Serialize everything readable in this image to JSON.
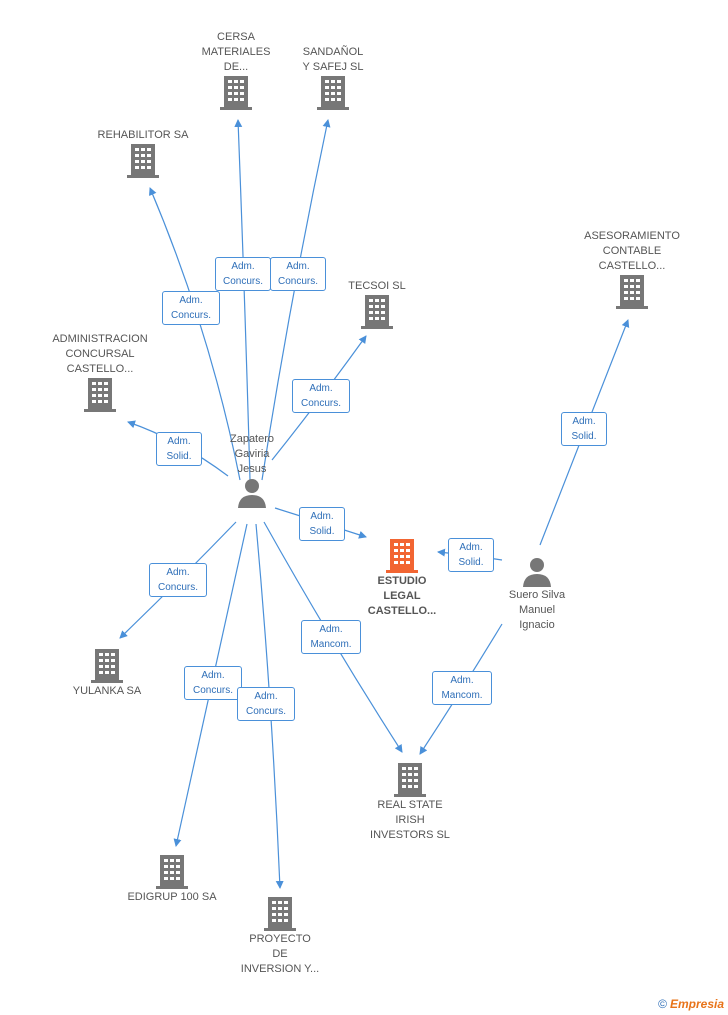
{
  "colors": {
    "company": "#777777",
    "focus": "#f26532",
    "person": "#777777",
    "edge": "#4a90d9"
  },
  "companies": {
    "cersa": "CERSA\nMATERIALES\nDE...",
    "sandanol": "SANDAÑOL\nY SAFEJ SL",
    "rehabilitor": "REHABILITOR SA",
    "asesoramiento": "ASESORAMIENTO\nCONTABLE\nCASTELLO...",
    "tecsoi": "TECSOI SL",
    "administracion": "ADMINISTRACION\nCONCURSAL\nCASTELLO...",
    "estudio": "ESTUDIO\nLEGAL\nCASTELLO...",
    "yulanka": "YULANKA SA",
    "real_state": "REAL STATE\nIRISH\nINVESTORS SL",
    "edigrup": "EDIGRUP 100 SA",
    "proyecto": "PROYECTO\nDE\nINVERSION Y..."
  },
  "people": {
    "zapatero": "Zapatero\nGaviria\nJesus",
    "suero": "Suero Silva\nManuel\nIgnacio"
  },
  "tags": {
    "concurs": "Adm.\nConcurs.",
    "solid": "Adm.\nSolid.",
    "mancom": "Adm.\nMancom."
  },
  "brand": {
    "copyright": "©",
    "name": "Empresia"
  }
}
